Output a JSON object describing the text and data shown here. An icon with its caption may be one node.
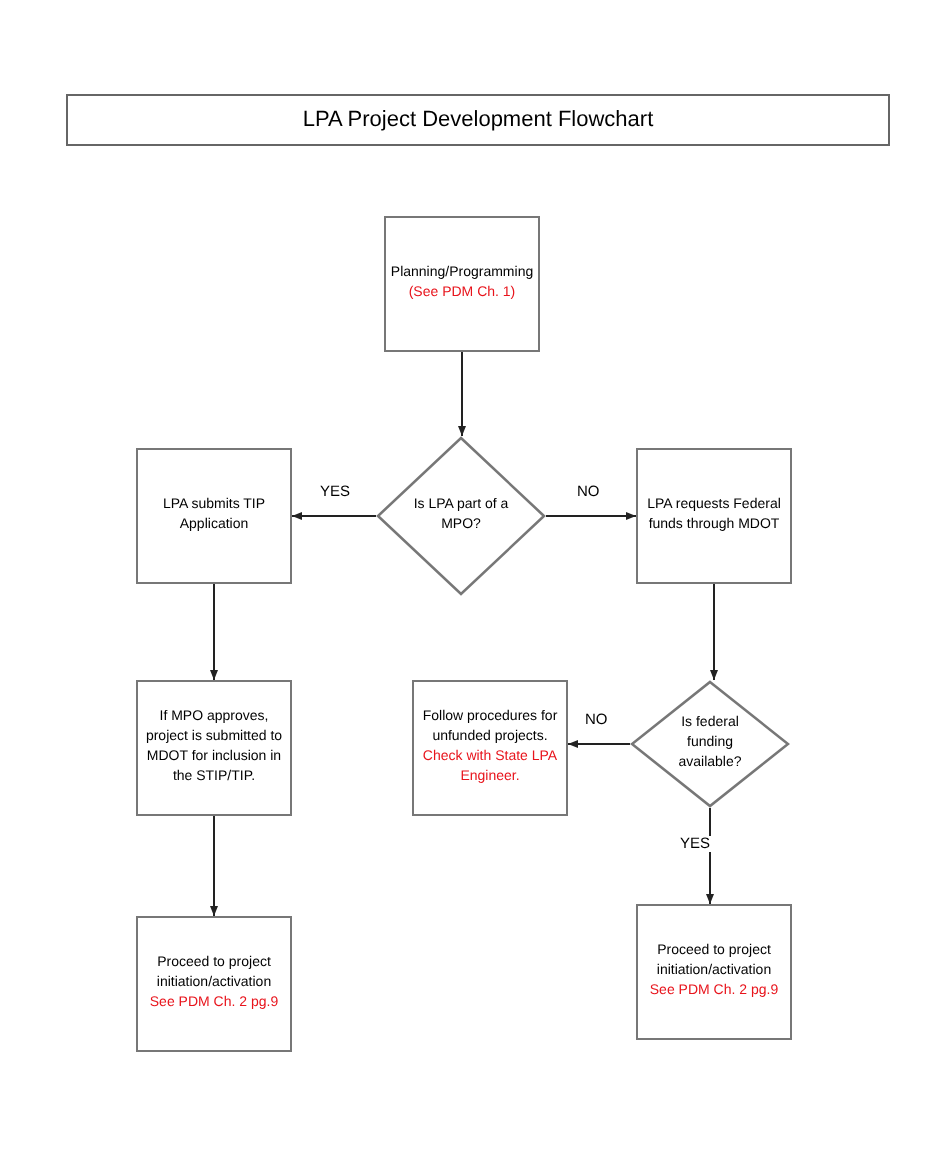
{
  "diagram": {
    "title": "LPA Project Development Flowchart",
    "nodes": [
      {
        "text": [
          "Planning/Programming",
          "(See PDM Ch. 1)"
        ]
      },
      {
        "text": [
          "Is LPA part of a MPO?"
        ]
      },
      {
        "text": [
          "LPA submits TIP Application"
        ]
      },
      {
        "text": [
          "LPA requests Federal funds through MDOT"
        ]
      },
      {
        "text": [
          "If MPO approves, project is submitted to MDOT for inclusion in the STIP/TIP."
        ]
      },
      {
        "text": [
          "Follow procedures for unfunded projects.",
          "Check with State LPA Engineer."
        ]
      },
      {
        "text": [
          "Is federal funding available?"
        ]
      },
      {
        "text": [
          "Proceed to project initiation/activation",
          "See PDM Ch. 2 pg.9"
        ]
      },
      {
        "text": [
          "Proceed to project initiation/activation",
          "See PDM Ch. 2 pg.9"
        ]
      }
    ],
    "edges": [
      {
        "from": 0,
        "to": 1,
        "arrow": "to"
      },
      {
        "from": 1,
        "to": 2,
        "arrow": "to",
        "label": "YES"
      },
      {
        "from": 1,
        "to": 3,
        "arrow": "to",
        "label": "NO"
      },
      {
        "from": 2,
        "to": 4,
        "arrow": "to"
      },
      {
        "from": 3,
        "to": 6,
        "arrow": "to"
      },
      {
        "from": 6,
        "to": 5,
        "arrow": "to",
        "label": "NO"
      },
      {
        "from": 6,
        "to": 8,
        "arrow": "to",
        "label": "YES"
      },
      {
        "from": 4,
        "to": 7,
        "arrow": "to"
      }
    ]
  }
}
